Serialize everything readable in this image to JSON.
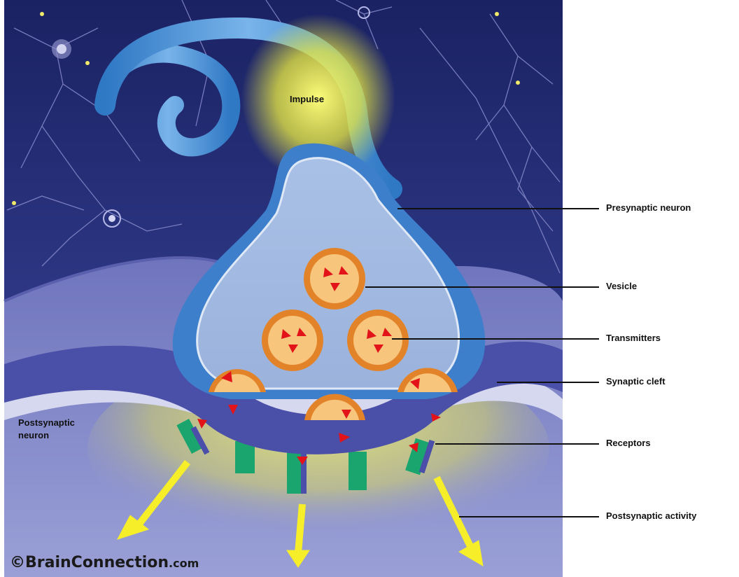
{
  "image_labels": {
    "impulse": "Impulse",
    "postsynaptic_neuron": [
      "Postsynaptic",
      "neuron"
    ]
  },
  "callouts": {
    "presynaptic_neuron": "Presynaptic neuron",
    "vesicle": "Vesicle",
    "transmitters": "Transmitters",
    "synaptic_cleft": "Synaptic cleft",
    "receptors": "Receptors",
    "postsynaptic_activity": "Postsynaptic activity"
  },
  "credit": {
    "brand": "©BrainConnection",
    "suffix": ".com"
  },
  "colors": {
    "background_top": "#1c2466",
    "background_bottom": "#3e4aa0",
    "axon": "#5a9ad6",
    "axon_glow": "#f4f46a",
    "terminal_fill": "#9eb6de",
    "postsynaptic_fill": "#8f95cf",
    "membrane": "#4b4faa",
    "vesicle_ring": "#e58a2c",
    "vesicle_fill": "#f7c77e",
    "transmitter": "#e3131a",
    "receptor_green": "#1aa56e",
    "activity_arrow": "#f6ee28",
    "callout_line": "#111111"
  }
}
